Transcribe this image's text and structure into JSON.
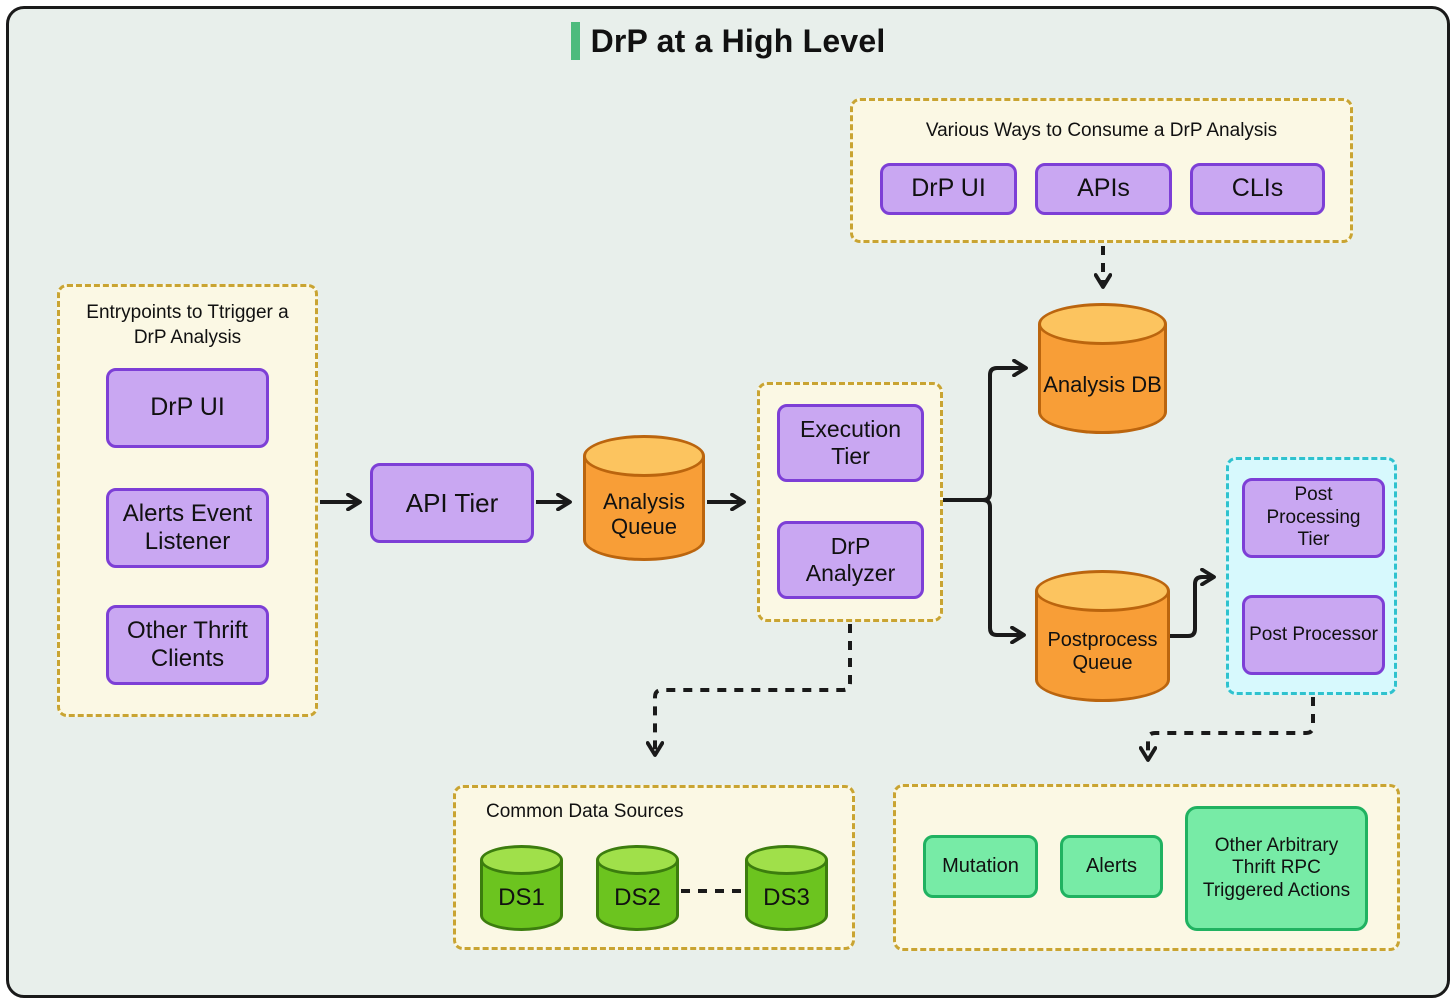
{
  "title": "DrP at a High Level",
  "groups": {
    "consume": {
      "title": "Various Ways to Consume a DrP Analysis",
      "items": [
        "DrP UI",
        "APIs",
        "CLIs"
      ]
    },
    "entrypoints": {
      "title": "Entrypoints to Ttrigger a DrP Analysis",
      "items": [
        "DrP UI",
        "Alerts Event Listener",
        "Other Thrift Clients"
      ]
    },
    "execution": {
      "items": [
        "Execution Tier",
        "DrP Analyzer"
      ]
    },
    "postprocessing": {
      "items": [
        "Post Processing Tier",
        "Post Processor"
      ]
    },
    "data_sources": {
      "title": "Common Data Sources",
      "items": [
        "DS1",
        "DS2",
        "DS3"
      ]
    },
    "actions": {
      "items": [
        "Mutation",
        "Alerts",
        "Other Arbitrary Thrift RPC Triggered Actions"
      ]
    }
  },
  "nodes": {
    "api_tier": "API Tier",
    "analysis_queue": "Analysis Queue",
    "analysis_db": "Analysis DB",
    "postprocess_queue": "Postprocess Queue"
  },
  "colors": {
    "canvas_bg": "#e8efeb",
    "outline": "#1a1a1a",
    "group_bg": "#fbf8e4",
    "group_border": "#c9a432",
    "purple_fill": "#c9a7f2",
    "purple_border": "#7d3fd6",
    "orange_fill": "#f89e37",
    "orange_top": "#fcc45f",
    "orange_border": "#bb650e",
    "green_cylinder_fill": "#6cc41f",
    "green_cylinder_top": "#a0e04a",
    "green_cylinder_border": "#3c7d0e",
    "cyan_bg": "#d7f9fd",
    "cyan_border": "#2fc2ce",
    "action_fill": "#77eba6",
    "action_border": "#20b261",
    "title_accent": "#4dbb7d",
    "arrow": "#1a1a1a"
  }
}
